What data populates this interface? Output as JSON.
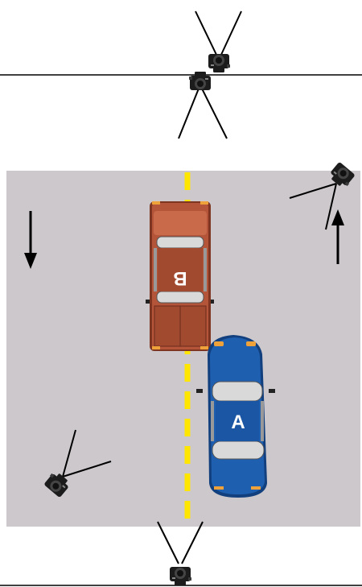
{
  "cars": [
    {
      "id": "car-a",
      "letter": "A",
      "body_color": "#1f5fb0",
      "dark_color": "#123f7d"
    },
    {
      "id": "car-b",
      "letter": "B",
      "body_color": "#b4553a",
      "dark_color": "#7e3622"
    }
  ],
  "colors": {
    "road": "#ccc8cc",
    "center_line": "#ffe600",
    "camera_body": "#1c1c1c",
    "line": "#000000"
  },
  "icons": [
    "camera-icon",
    "arrow-down-icon",
    "arrow-up-icon"
  ]
}
